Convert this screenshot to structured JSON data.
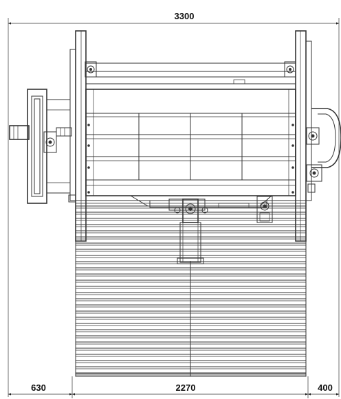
{
  "dimensions": {
    "overall_width": "3300",
    "left_offset": "630",
    "main_width": "2270",
    "right_offset": "400"
  },
  "colors": {
    "line": "#333333",
    "background": "#ffffff"
  }
}
